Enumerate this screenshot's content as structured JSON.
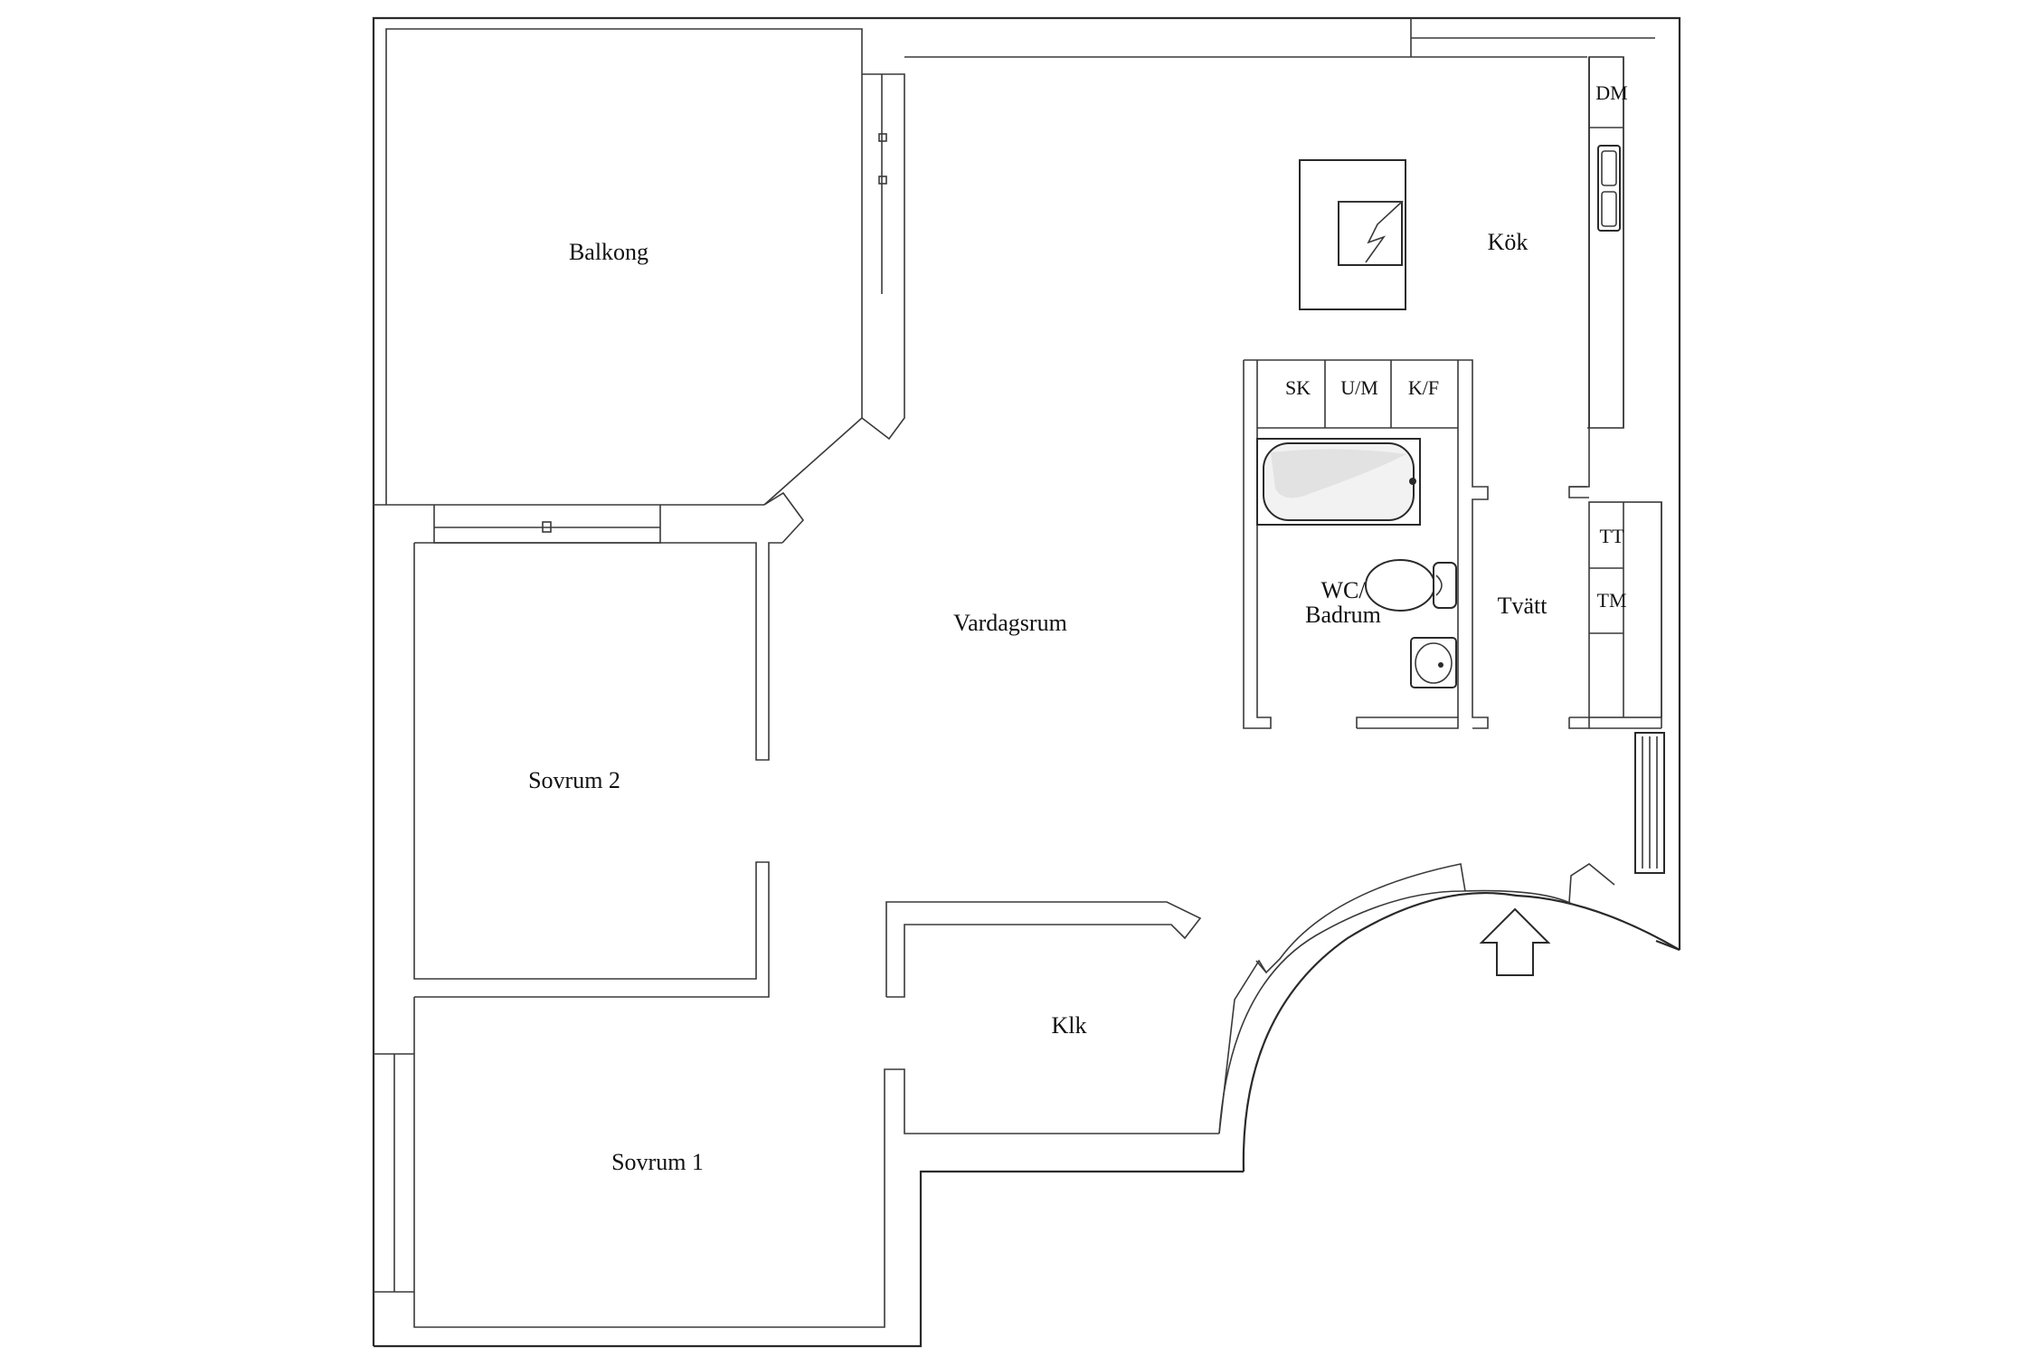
{
  "rooms": {
    "balkong": "Balkong",
    "vardagsrum": "Vardagsrum",
    "kok": "Kök",
    "badrum_line1": "WC/",
    "badrum_line2": "Badrum",
    "tvatt": "Tvätt",
    "sovrum2": "Sovrum 2",
    "sovrum1": "Sovrum 1",
    "klk": "Klk"
  },
  "fixtures": {
    "dm": "DM",
    "sk": "SK",
    "um": "U/M",
    "kf": "K/F",
    "tt": "TT",
    "tm": "TM"
  },
  "icons": {
    "entrance": "entrance-arrow-icon",
    "stove": "stove-icon",
    "sink": "kitchen-sink-icon",
    "bathtub": "bathtub-icon",
    "toilet": "toilet-icon",
    "washbasin": "washbasin-icon",
    "radiator": "radiator-icon"
  },
  "colors": {
    "line": "#2a2a2a",
    "background": "#ffffff"
  }
}
